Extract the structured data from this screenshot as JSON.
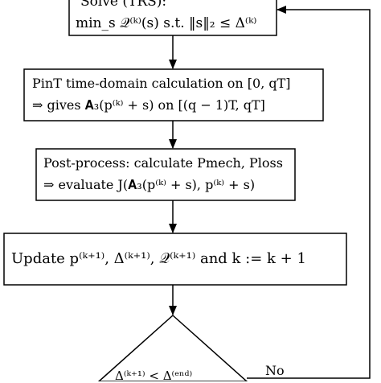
{
  "diagram": {
    "step_solve": {
      "line1": "Solve (TRS):",
      "line2": "min_s 𝒬⁽ᵏ⁾(s) s.t. ‖s‖₂ ≤ Δ⁽ᵏ⁾"
    },
    "step_pint": {
      "line1": "PinT time-domain calculation on [0, qT]",
      "line2": "⇒ gives 𝐀₃(p⁽ᵏ⁾ + s) on [(q − 1)T, qT]"
    },
    "step_post": {
      "line1": "Post-process: calculate Pmech, Ploss",
      "line2": "⇒ evaluate J(𝐀₃(p⁽ᵏ⁾ + s), p⁽ᵏ⁾ + s)"
    },
    "step_update": {
      "line1": "Update p⁽ᵏ⁺¹⁾, Δ⁽ᵏ⁺¹⁾, 𝒬⁽ᵏ⁺¹⁾ and k := k + 1"
    },
    "decision": {
      "condition": "Δ⁽ᵏ⁺¹⁾ < Δ⁽ᵉⁿᵈ⁾"
    },
    "loop_label": "No"
  }
}
